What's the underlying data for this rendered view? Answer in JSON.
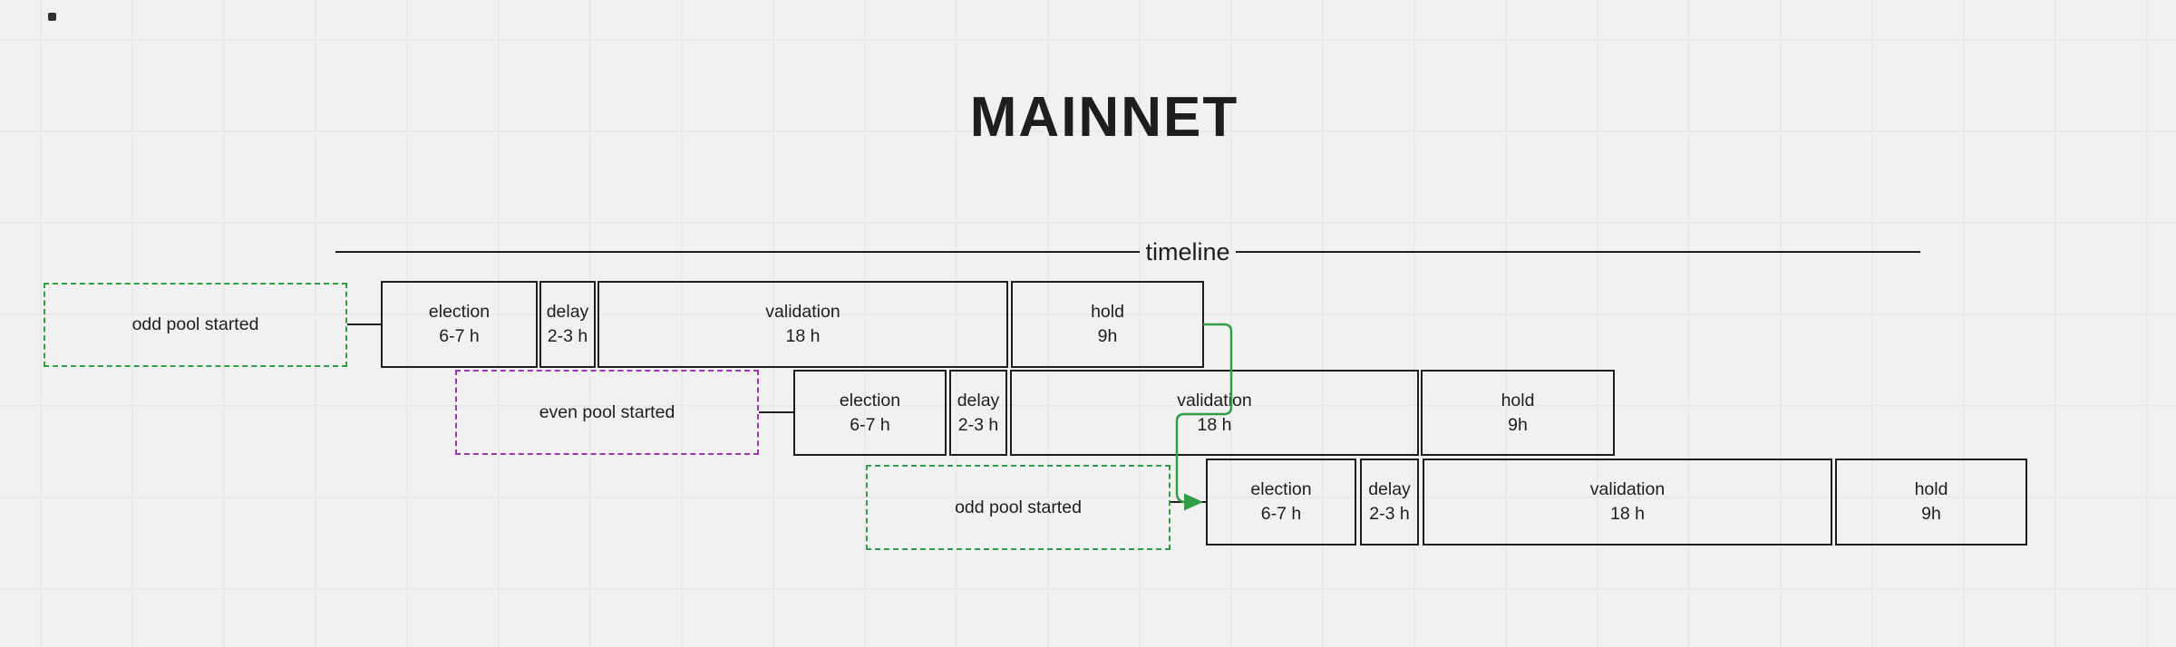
{
  "canvas": {
    "background": "#f1f1f1",
    "grid_color": "#e7e7e7"
  },
  "title": "MAINNET",
  "timeline": {
    "label": "timeline"
  },
  "colors": {
    "stroke": "#1e1e1e",
    "green": "#2f9e44",
    "purple": "#9c36b5"
  },
  "rows": [
    {
      "pool": {
        "label": "odd pool started",
        "color": "#2f9e44"
      },
      "phases": [
        {
          "name": "election",
          "duration": "6-7 h"
        },
        {
          "name": "delay",
          "duration": "2-3 h"
        },
        {
          "name": "validation",
          "duration": "18 h"
        },
        {
          "name": "hold",
          "duration": "9h"
        }
      ]
    },
    {
      "pool": {
        "label": "even pool started",
        "color": "#9c36b5"
      },
      "phases": [
        {
          "name": "election",
          "duration": "6-7 h"
        },
        {
          "name": "delay",
          "duration": "2-3 h"
        },
        {
          "name": "validation",
          "duration": "18 h"
        },
        {
          "name": "hold",
          "duration": "9h"
        }
      ]
    },
    {
      "pool": {
        "label": "odd pool started",
        "color": "#2f9e44"
      },
      "phases": [
        {
          "name": "election",
          "duration": "6-7 h"
        },
        {
          "name": "delay",
          "duration": "2-3 h"
        },
        {
          "name": "validation",
          "duration": "18 h"
        },
        {
          "name": "hold",
          "duration": "9h"
        }
      ]
    }
  ]
}
